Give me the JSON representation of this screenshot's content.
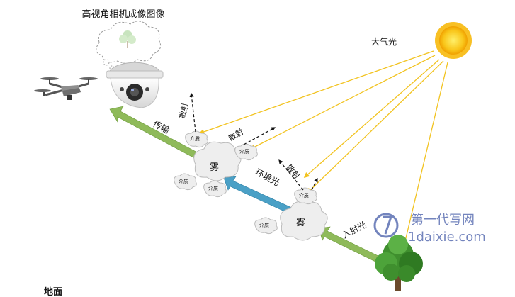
{
  "title": "高视角相机成像图像",
  "labels": {
    "atmospheric_light": "大气光",
    "transmission": "传输",
    "scatter": "散射",
    "ambient_light": "环境光",
    "incident_light": "入射光",
    "fog": "雾",
    "medium": "介质",
    "ground": "地面"
  },
  "watermark": {
    "brand": "第一代写网",
    "url": "1daixie.com"
  },
  "colors": {
    "sun": "#f7b90c",
    "sun_ray": "#f2c320",
    "transmission_arrow": "#8fba5a",
    "ambient_arrow": "#4aa0c6",
    "incident_arrow": "#8fba5a",
    "cloud": "#eeeeee",
    "watermark": "#5b6fb2"
  },
  "icons": [
    "drone-icon",
    "dome-camera-icon",
    "thought-cloud-icon",
    "sun-icon",
    "tree-icon",
    "fog-cloud-icon",
    "medium-particle-icon",
    "scatter-arrow-icon"
  ]
}
